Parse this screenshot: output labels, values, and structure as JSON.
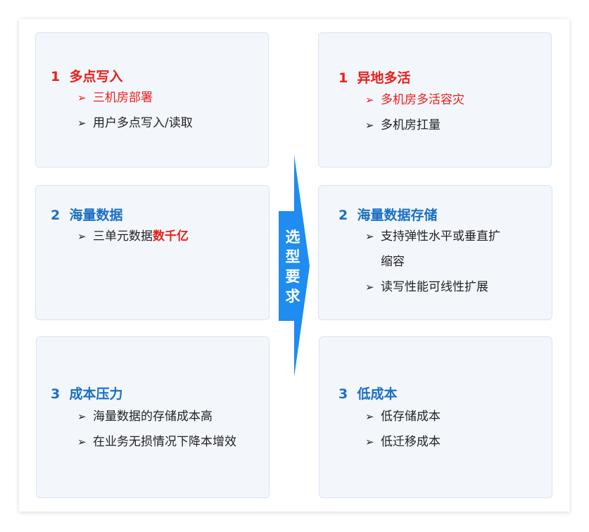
{
  "arrow": {
    "label_chars": [
      "选",
      "型",
      "要",
      "求"
    ],
    "color": "#1e8cf0"
  },
  "left": [
    {
      "num": "1",
      "title": "多点写入",
      "title_color": "red",
      "items": [
        {
          "text": "三机房部署",
          "color": "red"
        },
        {
          "text": "用户多点写入/读取",
          "color": "normal"
        }
      ]
    },
    {
      "num": "2",
      "title": "海量数据",
      "title_color": "blue",
      "items": [
        {
          "text": "三单元数据",
          "highlight": "数千亿",
          "color": "normal"
        }
      ]
    },
    {
      "num": "3",
      "title": "成本压力",
      "title_color": "blue",
      "items": [
        {
          "text": "海量数据的存储成本高",
          "color": "normal"
        },
        {
          "text": "在业务无损情况下降本增效",
          "color": "normal"
        }
      ]
    }
  ],
  "right": [
    {
      "num": "1",
      "title": "异地多活",
      "title_color": "red",
      "items": [
        {
          "text": "多机房多活容灾",
          "color": "red"
        },
        {
          "text": "多机房扛量",
          "color": "normal"
        }
      ]
    },
    {
      "num": "2",
      "title": "海量数据存储",
      "title_color": "blue",
      "items": [
        {
          "text": "支持弹性水平或垂直扩",
          "continuation": "缩容",
          "color": "normal"
        },
        {
          "text": "读写性能可线性扩展",
          "color": "normal"
        }
      ]
    },
    {
      "num": "3",
      "title": "低成本",
      "title_color": "blue",
      "items": [
        {
          "text": "低存储成本",
          "color": "normal"
        },
        {
          "text": "低迁移成本",
          "color": "normal"
        }
      ]
    }
  ],
  "colors": {
    "blue": "#1a6fc4",
    "red": "#e8201b",
    "card_bg": "#f3f7fc"
  }
}
